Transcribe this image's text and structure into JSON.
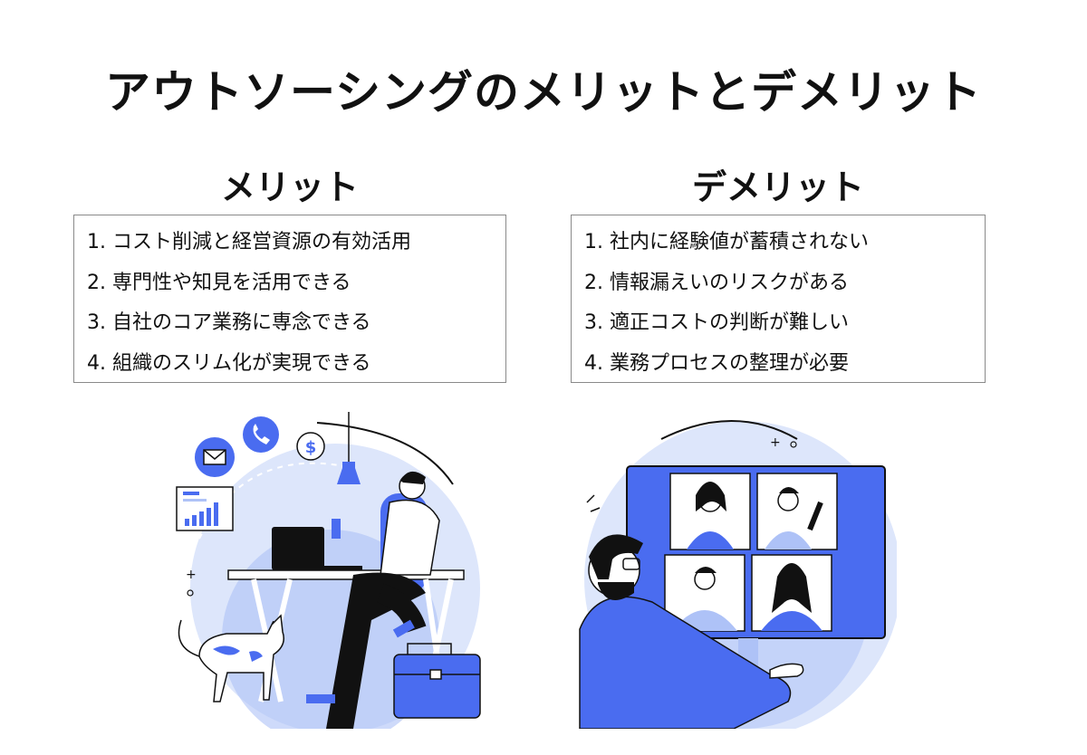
{
  "title": "アウトソーシングのメリットとデメリット",
  "merits": {
    "heading": "メリット",
    "items": [
      "1. コスト削減と経営資源の有効活用",
      "2. 専門性や知見を活用できる",
      "3. 自社のコア業務に専念できる",
      "4. 組織のスリム化が実現できる"
    ]
  },
  "demerits": {
    "heading": "デメリット",
    "items": [
      "1. 社内に経験値が蓄積されない",
      "2. 情報漏えいのリスクがある",
      "3. 適正コストの判断が難しい",
      "4. 業務プロセスの整理が必要"
    ]
  },
  "illustrations": {
    "left": [
      "mail-icon",
      "phone-icon",
      "dollar-icon",
      "chart-icon",
      "laptop-icon",
      "cat",
      "briefcase-icon"
    ],
    "right": [
      "monitor",
      "video-call-participants"
    ]
  },
  "colors": {
    "accent": "#4a6cf0",
    "light": "#aec2f7",
    "pale": "#dde6fb",
    "ink": "#111111"
  }
}
